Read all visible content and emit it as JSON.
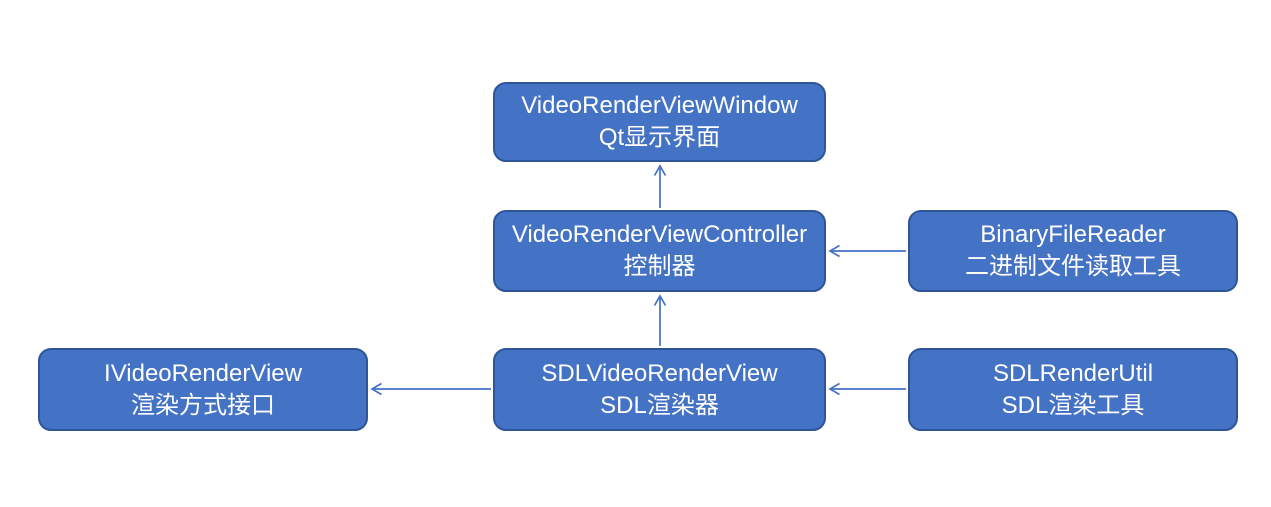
{
  "diagram": {
    "colors": {
      "background": "#FFFFFF",
      "node_fill": "#4472C4",
      "node_border": "#2E5597",
      "node_text": "#FFFFFF",
      "arrow": "#4472C4"
    },
    "nodes": {
      "window": {
        "name": "VideoRenderViewWindow",
        "desc": "Qt显示界面"
      },
      "controller": {
        "name": "VideoRenderViewController",
        "desc": "控制器"
      },
      "binary_file_reader": {
        "name": "BinaryFileReader",
        "desc": "二进制文件读取工具"
      },
      "i_video_render_view": {
        "name": "IVideoRenderView",
        "desc": "渲染方式接口"
      },
      "sdl_video_render_view": {
        "name": "SDLVideoRenderView",
        "desc": "SDL渲染器"
      },
      "sdl_render_util": {
        "name": "SDLRenderUtil",
        "desc": "SDL渲染工具"
      }
    },
    "edges": [
      {
        "from": "controller",
        "to": "window"
      },
      {
        "from": "sdl_video_render_view",
        "to": "controller"
      },
      {
        "from": "binary_file_reader",
        "to": "controller"
      },
      {
        "from": "sdl_video_render_view",
        "to": "i_video_render_view"
      },
      {
        "from": "sdl_render_util",
        "to": "sdl_video_render_view"
      }
    ]
  }
}
